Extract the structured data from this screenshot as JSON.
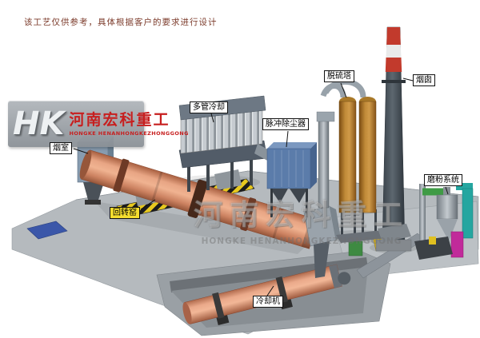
{
  "disclaimer": "该工艺仅供参考，具体根据客户的要求进行设计",
  "watermark": {
    "initials": "HK",
    "company_cn": "河南宏科重工",
    "company_en": "HONGKE HENANHONGKEZHONGGONG"
  },
  "center_watermark": {
    "company_cn": "河南宏科重工",
    "company_en": "HONGKE HENANHONGKEZHONGGONG"
  },
  "labels": {
    "smoke_chamber": "烟室",
    "rotary_kiln": "回转窑",
    "multi_tube_cooler": "多管冷却",
    "pulse_dust_collector": "脉冲除尘器",
    "desulfurization_tower": "脱硫塔",
    "chimney": "烟囱",
    "grinding_system": "磨粉系统",
    "cooling_machine": "冷却机"
  },
  "colors": {
    "kiln": "#d99070",
    "dust_collector": "#5b7caa",
    "tower": "#b5832f",
    "chimney_red": "#c23a2c",
    "platform": "#b5babe",
    "label_highlight": "#f6de2e"
  }
}
